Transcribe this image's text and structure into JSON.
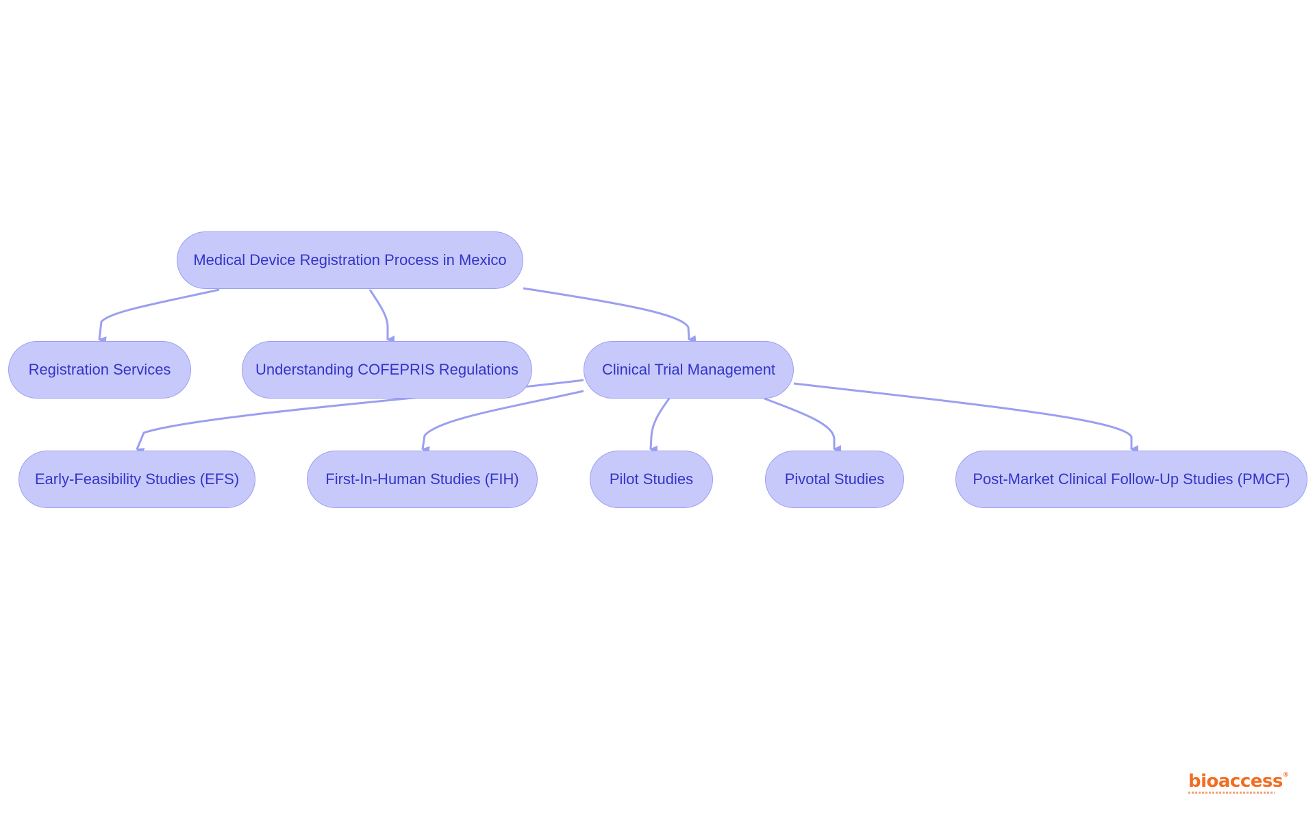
{
  "diagram": {
    "root": {
      "label": "Medical Device Registration Process in Mexico"
    },
    "level1": [
      {
        "label": "Registration Services"
      },
      {
        "label": "Understanding COFEPRIS Regulations"
      },
      {
        "label": "Clinical Trial Management"
      }
    ],
    "level2": [
      {
        "label": "Early-Feasibility Studies (EFS)"
      },
      {
        "label": "First-In-Human Studies (FIH)"
      },
      {
        "label": "Pilot Studies"
      },
      {
        "label": "Pivotal Studies"
      },
      {
        "label": "Post-Market Clinical Follow-Up Studies (PMCF)"
      }
    ]
  },
  "brand": {
    "logo_text": "bioaccess",
    "logo_mark": "®"
  },
  "colors": {
    "node_fill": "#c8c9fb",
    "node_border": "#9b9ff0",
    "node_text": "#3135c7",
    "edge": "#9b9ff0",
    "logo": "#f36c21"
  }
}
